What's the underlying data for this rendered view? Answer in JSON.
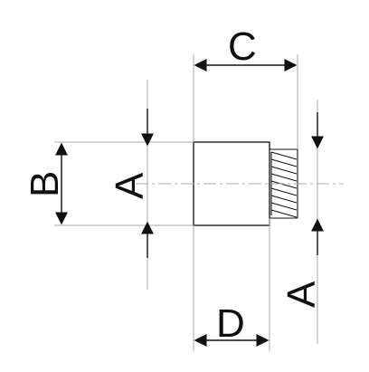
{
  "drawing": {
    "labels": {
      "c": "C",
      "b": "B",
      "a_left": "A",
      "a_right": "A",
      "d": "D"
    },
    "colors": {
      "line": "#111111",
      "light_line": "#a8a8a8",
      "background": "#ffffff"
    }
  }
}
